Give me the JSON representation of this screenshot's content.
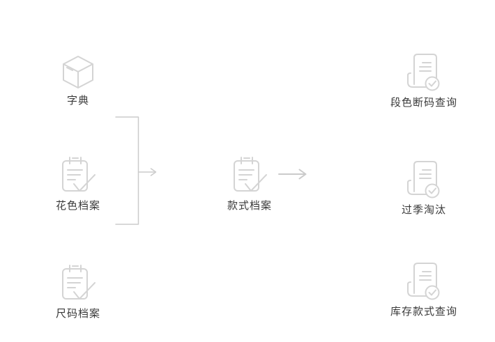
{
  "colors": {
    "background": "#ffffff",
    "icon_stroke": "#d4d4d4",
    "connector": "#cbcbcb",
    "label_text": "#3a3a3a"
  },
  "diagram": {
    "nodes": [
      {
        "id": "dict",
        "label": "字典",
        "icon": "cube-icon",
        "column": "left"
      },
      {
        "id": "pattern-archive",
        "label": "花色档案",
        "icon": "clipboard-check-icon",
        "column": "left"
      },
      {
        "id": "size-archive",
        "label": "尺码档案",
        "icon": "clipboard-check-icon",
        "column": "left"
      },
      {
        "id": "style-archive",
        "label": "款式档案",
        "icon": "clipboard-check-icon",
        "column": "middle"
      },
      {
        "id": "color-size-query",
        "label": "段色断码查询",
        "icon": "document-check-icon",
        "column": "right"
      },
      {
        "id": "season-eliminate",
        "label": "过季淘汰",
        "icon": "document-check-icon",
        "column": "right"
      },
      {
        "id": "stock-style-query",
        "label": "库存款式查询",
        "icon": "document-check-icon",
        "column": "right"
      }
    ],
    "connectors": [
      {
        "type": "bracket-merge-arrow",
        "from": [
          "字典",
          "花色档案"
        ],
        "to": "款式档案"
      },
      {
        "type": "arrow",
        "from": "款式档案",
        "to": "right-column"
      }
    ]
  }
}
